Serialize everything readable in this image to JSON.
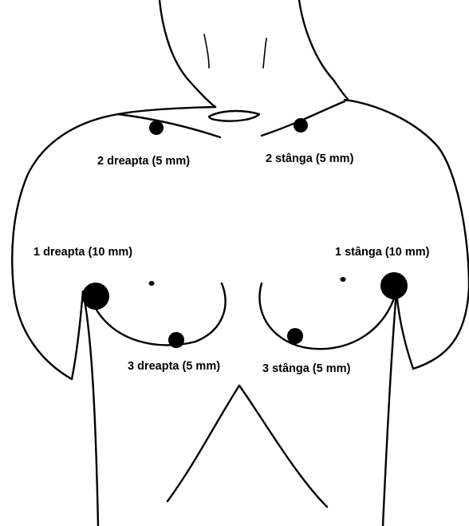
{
  "labels": {
    "right_2": "2 dreapta (5 mm)",
    "left_2": "2 stânga (5 mm)",
    "right_1": "1 dreapta (10 mm)",
    "left_1": "1 stânga (10 mm)",
    "right_3": "3 dreapta (5 mm)",
    "left_3": "3 stânga (5 mm)"
  },
  "colors": {
    "ink": "#000000",
    "background": "#ffffff"
  }
}
